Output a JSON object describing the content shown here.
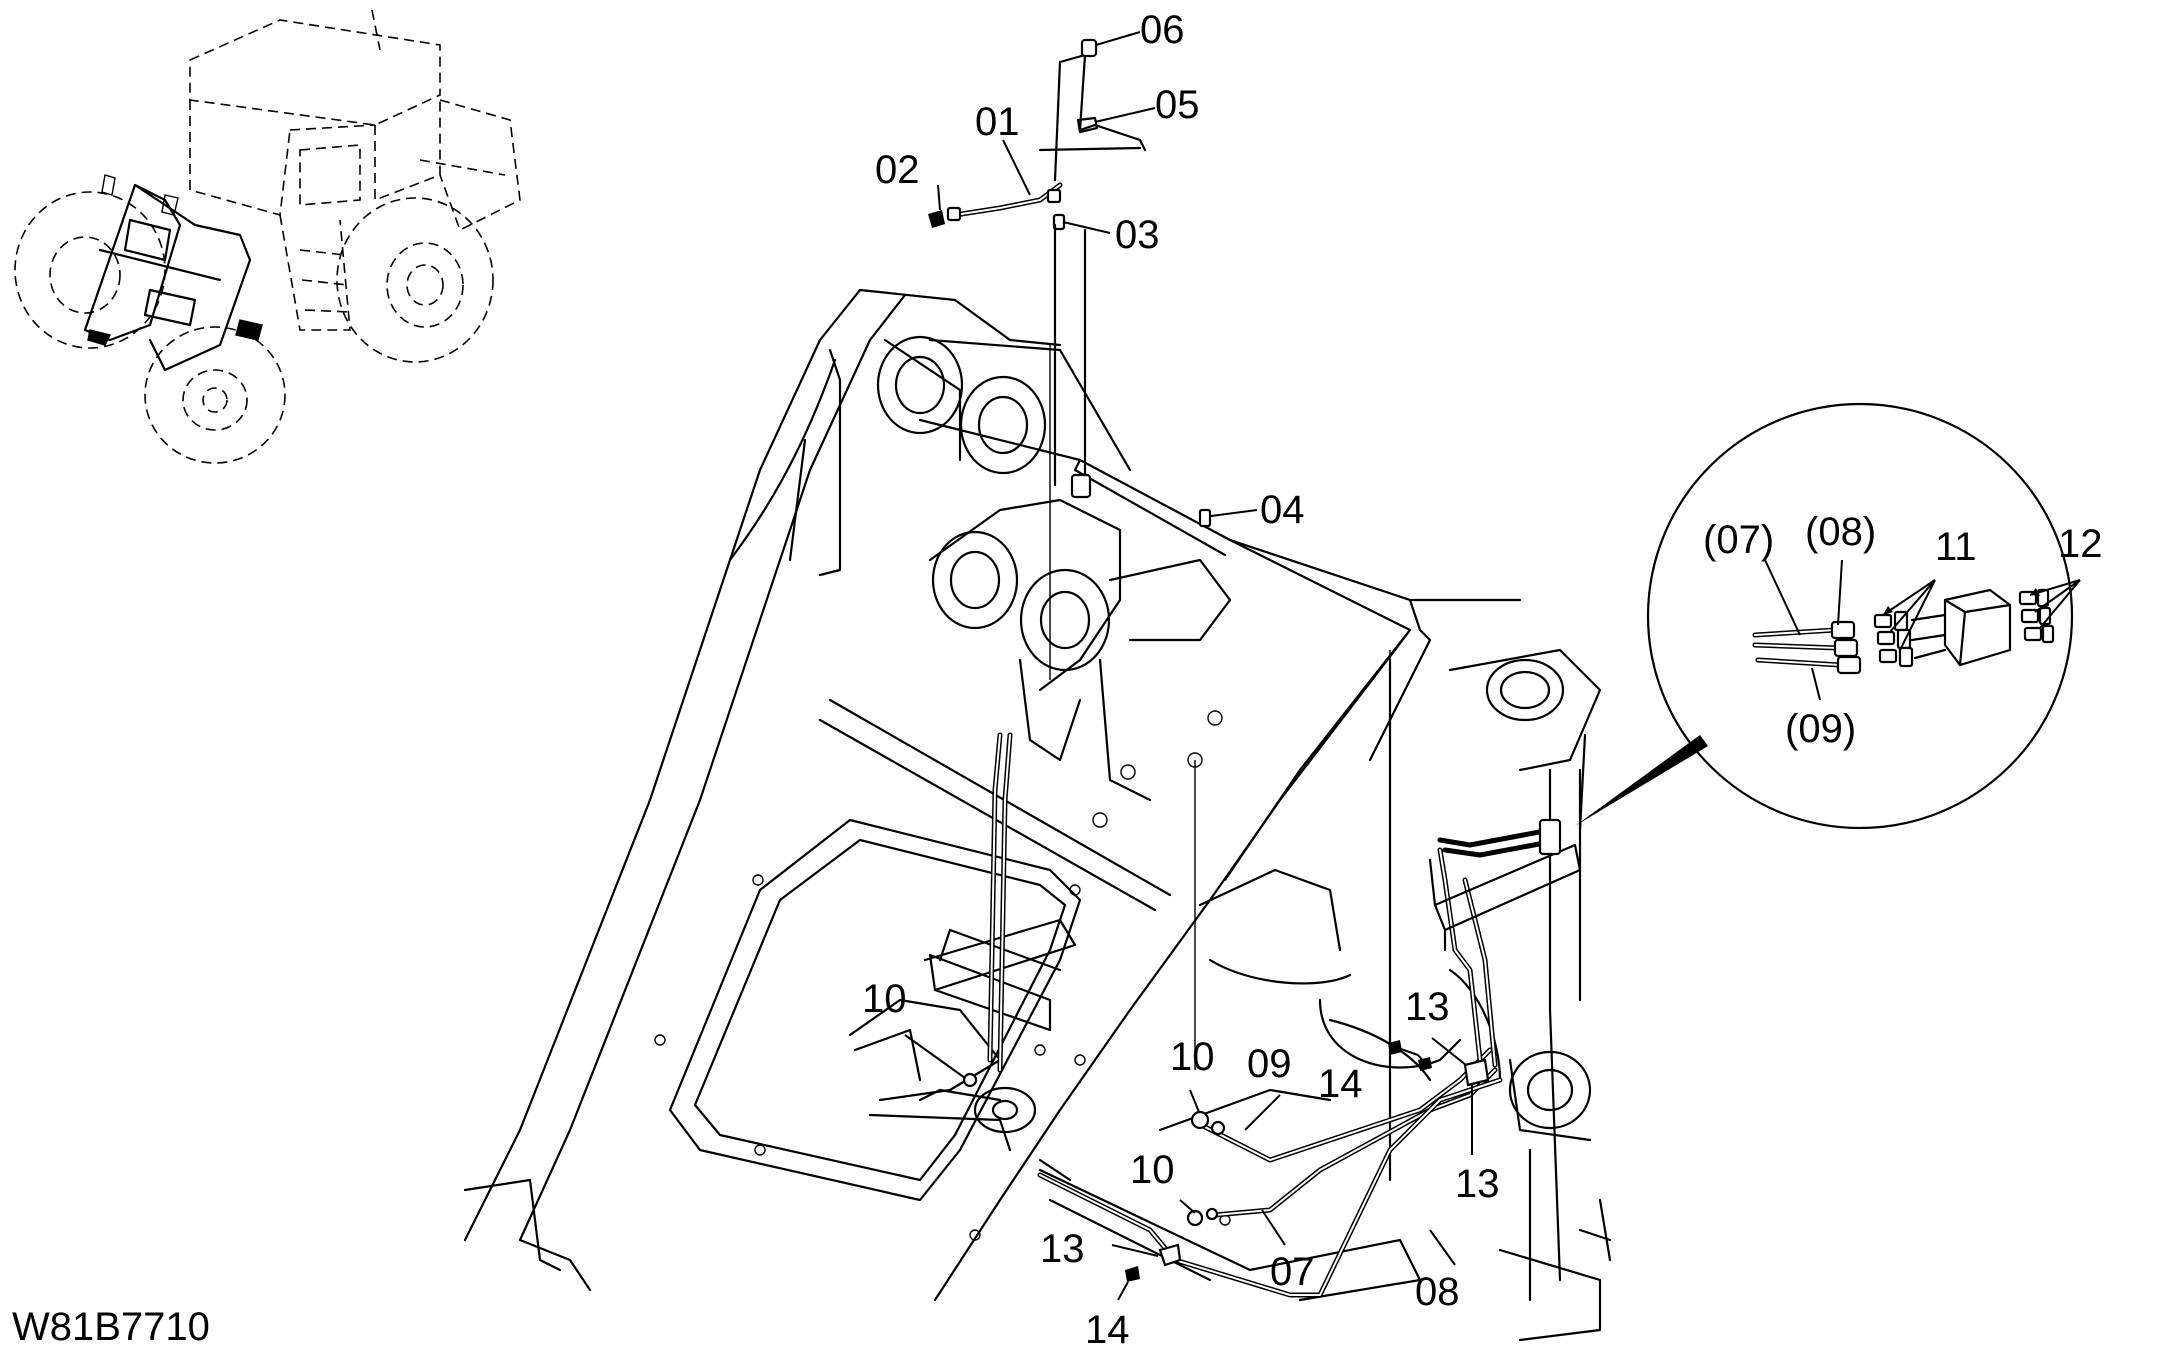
{
  "drawing_code": "W81B7710",
  "callouts": {
    "c01": "01",
    "c02": "02",
    "c03": "03",
    "c04": "04",
    "c05": "05",
    "c06": "06",
    "c07": "07",
    "c08": "08",
    "c09": "09",
    "c10": "10",
    "c11": "11",
    "c12": "12",
    "c13": "13",
    "c14": "14"
  },
  "detail_callouts": {
    "d07": "(07)",
    "d08": "(08)",
    "d09": "(09)"
  }
}
